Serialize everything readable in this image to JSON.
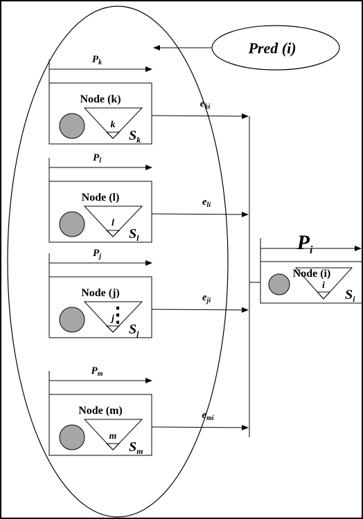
{
  "pred": {
    "label": "Pred (i)"
  },
  "predecessors": [
    {
      "proc": "P_k",
      "proc_main": "P",
      "proc_sub": "k",
      "node": "Node (k)",
      "tri": "k",
      "store": "S",
      "store_sub": "k",
      "edge": "e_ki",
      "edge_main": "e",
      "edge_sub": "ki"
    },
    {
      "proc": "P_l",
      "proc_main": "P",
      "proc_sub": "l",
      "node": "Node (l)",
      "tri": "l",
      "store": "S",
      "store_sub": "l",
      "edge": "e_li",
      "edge_main": "e",
      "edge_sub": "li"
    },
    {
      "proc": "P_j",
      "proc_main": "P",
      "proc_sub": "j",
      "node": "Node (j)",
      "tri": "j",
      "store": "S",
      "store_sub": "j",
      "edge": "e_ji",
      "edge_main": "e",
      "edge_sub": "ji"
    },
    {
      "proc": "P_m",
      "proc_main": "P",
      "proc_sub": "m",
      "node": "Node (m)",
      "tri": "m",
      "store": "S",
      "store_sub": "m",
      "edge": "e_mi",
      "edge_main": "e",
      "edge_sub": "mi"
    }
  ],
  "ellipsis": "⋮",
  "target": {
    "proc_main": "P",
    "proc_sub": "i",
    "node": "Node (i)",
    "tri": "i",
    "store": "S",
    "store_sub": "i"
  },
  "colors": {
    "stroke": "#000000",
    "circle_fill": "#a6a6a6",
    "background": "#ffffff"
  }
}
